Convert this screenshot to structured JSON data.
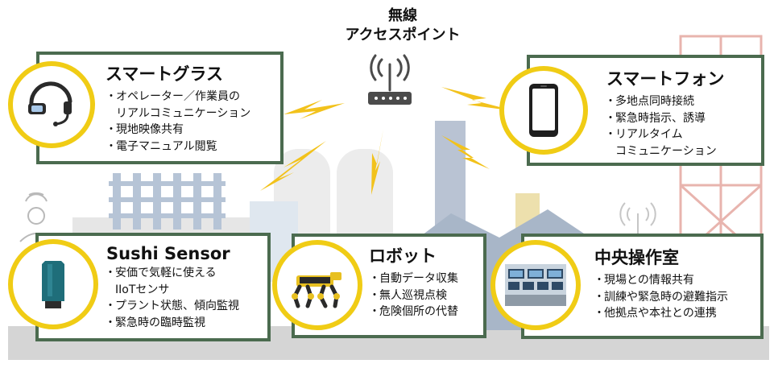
{
  "hub": {
    "title_line1": "無線",
    "title_line2": "アクセスポイント",
    "icon": "wireless-router-icon"
  },
  "cards": [
    {
      "key": "smart-glasses",
      "title": "スマートグラス",
      "icon": "smart-glasses-icon",
      "bullets": [
        "オペレーター／作業員の",
        "リアルコミュニケーション",
        "現地映像共有",
        "電子マニュアル閲覧"
      ],
      "bullet_dots": [
        true,
        false,
        true,
        true
      ]
    },
    {
      "key": "smartphone",
      "title": "スマートフォン",
      "icon": "smartphone-icon",
      "bullets": [
        "多地点同時接続",
        "緊急時指示、誘導",
        "リアルタイム",
        "コミュニケーション"
      ],
      "bullet_dots": [
        true,
        true,
        true,
        false
      ]
    },
    {
      "key": "sushi-sensor",
      "title": "Sushi Sensor",
      "icon": "sensor-icon",
      "bullets": [
        "安価で気軽に使える",
        "IIoTセンサ",
        "プラント状態、傾向監視",
        "緊急時の臨時監視"
      ],
      "bullet_dots": [
        true,
        false,
        true,
        true
      ]
    },
    {
      "key": "robot",
      "title": "ロボット",
      "icon": "robot-dog-icon",
      "bullets": [
        "自動データ収集",
        "無人巡視点検",
        "危険個所の代替"
      ],
      "bullet_dots": [
        true,
        true,
        true
      ]
    },
    {
      "key": "control-room",
      "title": "中央操作室",
      "icon": "control-room-icon",
      "bullets": [
        "現場との情報共有",
        "訓練や緊急時の避難指示",
        "他拠点や本社との連携"
      ],
      "bullet_dots": [
        true,
        true,
        true
      ]
    }
  ],
  "colors": {
    "card_border": "#4b6b4f",
    "circle_ring": "#f0cc15",
    "lightning": "#f2c21b",
    "factory_gray": "#e4e4e4",
    "factory_blue": "#b9c6d6",
    "chimney_yellow": "#ecdca3",
    "ground": "#d2d2d2"
  }
}
